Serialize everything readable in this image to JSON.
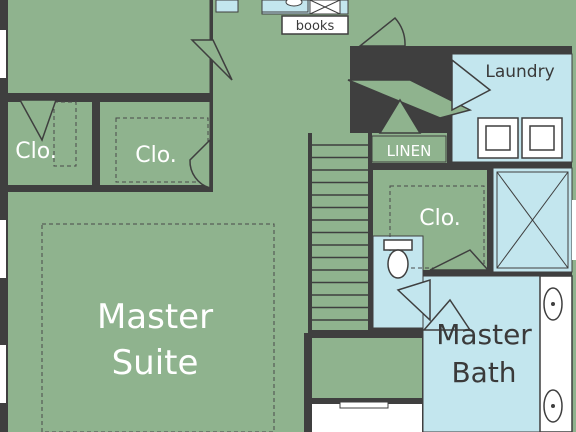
{
  "colors": {
    "room_fill": "#8fb38e",
    "wet_fill": "#c3e6ee",
    "wall": "#3f3f3f",
    "dash": "#4a4a4a",
    "label_light": "#ffffff",
    "label_dark": "#3a3a3a"
  },
  "labels": {
    "books": "books",
    "laundry": "Laundry",
    "closet_left": "Clo.",
    "closet_mid": "Clo.",
    "closet_bath": "Clo.",
    "linen": "LINEN",
    "master_suite_line1": "Master",
    "master_suite_line2": "Suite",
    "master_bath_line1": "Master",
    "master_bath_line2": "Bath"
  }
}
